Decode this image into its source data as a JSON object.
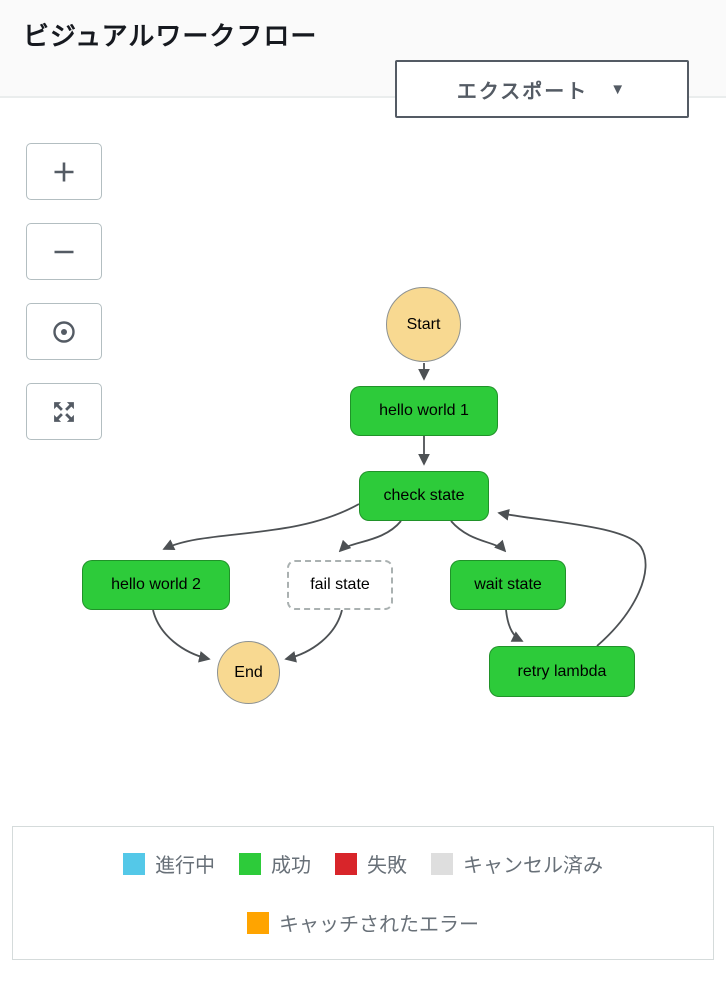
{
  "header": {
    "title": "ビジュアルワークフロー",
    "export_button": {
      "label": "エクスポート",
      "caret": "▼"
    }
  },
  "toolbar": {
    "buttons": [
      {
        "name": "zoom-in",
        "icon": "plus-icon"
      },
      {
        "name": "zoom-out",
        "icon": "minus-icon"
      },
      {
        "name": "center-view",
        "icon": "center-dot-icon"
      },
      {
        "name": "fit-view",
        "icon": "fit-screen-icon"
      }
    ]
  },
  "workflow": {
    "nodes": [
      {
        "id": "start",
        "label": "Start",
        "shape": "circle",
        "color": "#f8d991"
      },
      {
        "id": "hello-world-1",
        "label": "hello world 1",
        "shape": "rect",
        "color": "#2dcb3a"
      },
      {
        "id": "check-state",
        "label": "check state",
        "shape": "rect",
        "color": "#2dcb3a"
      },
      {
        "id": "hello-world-2",
        "label": "hello world 2",
        "shape": "rect",
        "color": "#2dcb3a"
      },
      {
        "id": "fail-state",
        "label": "fail state",
        "shape": "rect-dashed",
        "color": "#ffffff"
      },
      {
        "id": "wait-state",
        "label": "wait state",
        "shape": "rect",
        "color": "#2dcb3a"
      },
      {
        "id": "end",
        "label": "End",
        "shape": "circle",
        "color": "#f8d991"
      },
      {
        "id": "retry-lambda",
        "label": "retry lambda",
        "shape": "rect",
        "color": "#2dcb3a"
      }
    ],
    "edges": [
      {
        "from": "start",
        "to": "hello-world-1"
      },
      {
        "from": "hello-world-1",
        "to": "check-state"
      },
      {
        "from": "check-state",
        "to": "hello-world-2"
      },
      {
        "from": "check-state",
        "to": "fail-state"
      },
      {
        "from": "check-state",
        "to": "wait-state"
      },
      {
        "from": "hello-world-2",
        "to": "end"
      },
      {
        "from": "fail-state",
        "to": "end"
      },
      {
        "from": "wait-state",
        "to": "retry-lambda"
      },
      {
        "from": "retry-lambda",
        "to": "check-state"
      }
    ],
    "edge_color": "#4d5154"
  },
  "legend": {
    "rows": [
      [
        {
          "label": "進行中",
          "color": "#54c8e8"
        },
        {
          "label": "成功",
          "color": "#2dcb3a"
        },
        {
          "label": "失敗",
          "color": "#d8252a"
        },
        {
          "label": "キャンセル済み",
          "color": "#dedede"
        }
      ],
      [
        {
          "label": "キャッチされたエラー",
          "color": "#ffa400"
        }
      ]
    ]
  }
}
